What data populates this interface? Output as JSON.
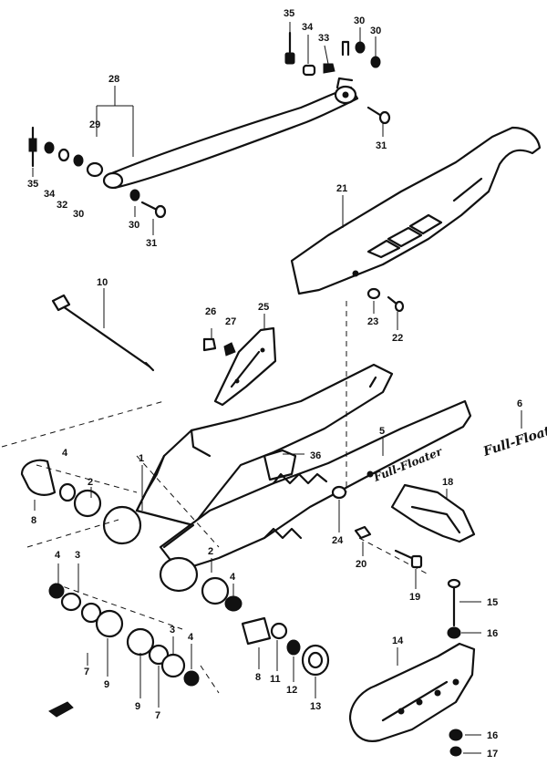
{
  "callouts": {
    "c1": "1",
    "c2a": "2",
    "c2b": "2",
    "c3a": "3",
    "c3b": "3",
    "c4a": "4",
    "c4b": "4",
    "c4c": "4",
    "c4d": "4",
    "c5": "5",
    "c6": "6",
    "c7a": "7",
    "c7b": "7",
    "c8a": "8",
    "c8b": "8",
    "c9a": "9",
    "c9b": "9",
    "c10": "10",
    "c11": "11",
    "c12": "12",
    "c13": "13",
    "c14": "14",
    "c15": "15",
    "c16a": "16",
    "c16b": "16",
    "c17": "17",
    "c18": "18",
    "c19": "19",
    "c20": "20",
    "c21": "21",
    "c22": "22",
    "c23": "23",
    "c24": "24",
    "c25": "25",
    "c26": "26",
    "c27": "27",
    "c28": "28",
    "c29": "29",
    "c30a": "30",
    "c30b": "30",
    "c30c": "30",
    "c30d": "30",
    "c31a": "31",
    "c31b": "31",
    "c32": "32",
    "c33": "33",
    "c34a": "34",
    "c34b": "34",
    "c35a": "35",
    "c35b": "35",
    "c36": "36"
  },
  "decal_text": "Full-Floater",
  "colors": {
    "ink": "#111111",
    "paper": "#ffffff",
    "shade": "#d8d8d8"
  }
}
